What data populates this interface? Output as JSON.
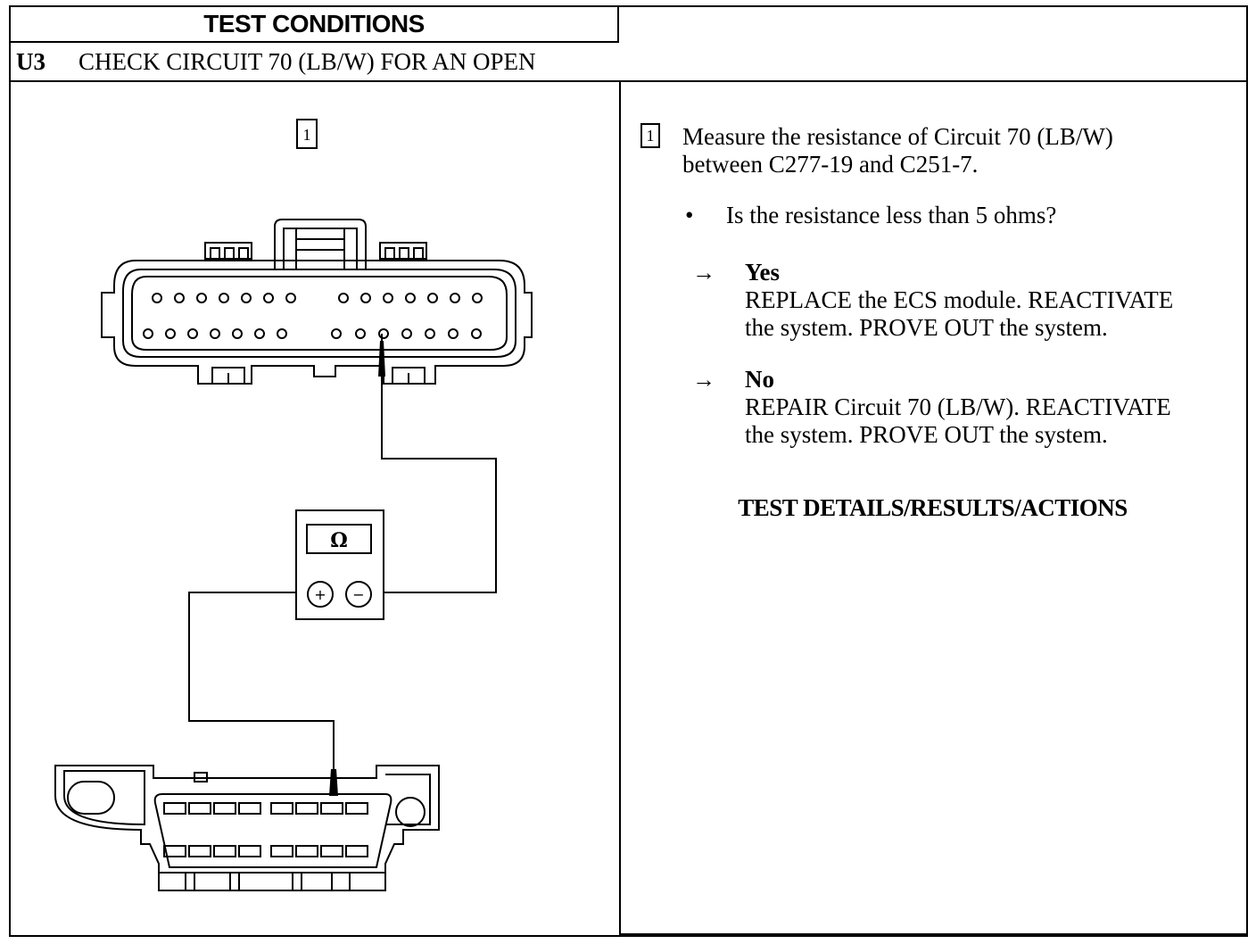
{
  "header": {
    "left_title": "TEST CONDITIONS",
    "right_title": "TEST DETAILS/RESULTS/ACTIONS"
  },
  "step": {
    "id": "U3",
    "title": "CHECK CIRCUIT 70 (LB/W) FOR AN OPEN"
  },
  "diagram": {
    "step_number": "1",
    "meter_symbol": "Ω",
    "plus_symbol": "+",
    "minus_symbol": "−"
  },
  "details": {
    "step_number": "1",
    "instruction_line1": "Measure the resistance of Circuit 70 (LB/W)",
    "instruction_line2": "between C277-19 and C251-7.",
    "bullet_symbol": "•",
    "question": "Is the resistance less than 5 ohms?",
    "arrow_symbol": "→",
    "results": [
      {
        "label": "Yes",
        "line1": "REPLACE the ECS module. REACTIVATE",
        "line2": "the system. PROVE OUT the system."
      },
      {
        "label": "No",
        "line1": "REPAIR Circuit 70 (LB/W). REACTIVATE",
        "line2": "the system. PROVE OUT the system."
      }
    ]
  }
}
